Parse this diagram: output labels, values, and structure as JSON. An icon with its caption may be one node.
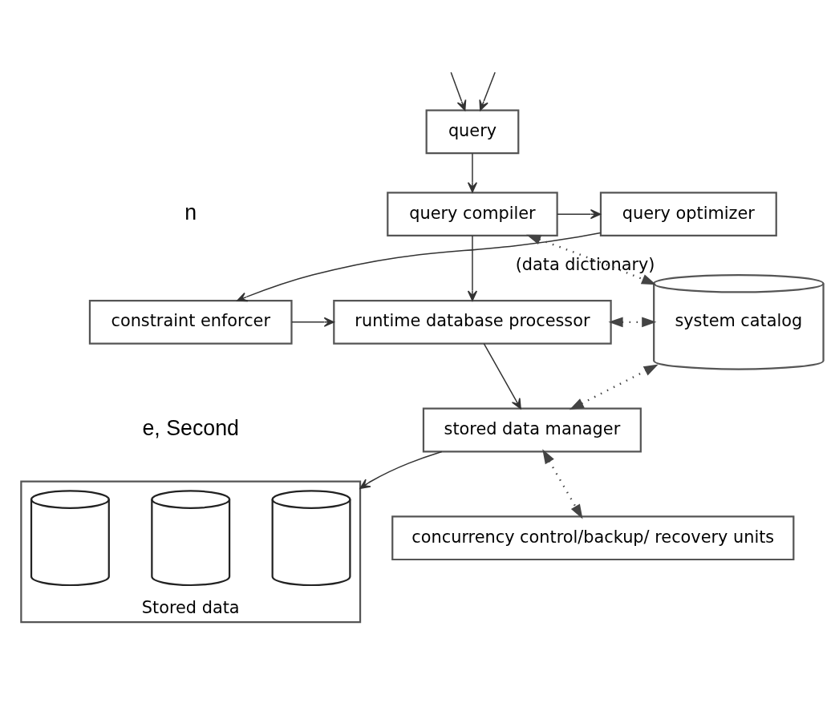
{
  "diagram": {
    "nodes": [
      {
        "text": [
          "query"
        ]
      },
      {
        "text": [
          "query optimizer"
        ]
      },
      {
        "text": [
          "query compiler"
        ]
      },
      {
        "text": [
          "constraint enforcer"
        ]
      },
      {
        "text": [
          "runtime database processor"
        ]
      },
      {
        "text": [
          "system catalog"
        ],
        "beside": [
          "(data dictionary)"
        ]
      },
      {
        "text": [
          "stored data manager"
        ]
      },
      {
        "text": [
          "concurrency control/backup/ recovery units"
        ]
      },
      {
        "text": [
          "Stored data"
        ]
      },
      {
        "text": [],
        "shape": "cylinder",
        "in": 8
      },
      {
        "text": [],
        "shape": "cylinder",
        "in": 8
      },
      {
        "text": [],
        "shape": "cylinder",
        "in": 8
      }
    ],
    "edges": [
      {
        "from": null,
        "to": 0,
        "arrow": "to"
      },
      {
        "from": null,
        "to": 0,
        "arrow": "to"
      },
      {
        "from": 0,
        "to": 2,
        "arrow": "to"
      },
      {
        "from": 2,
        "to": 1,
        "arrow": "to"
      },
      {
        "from": 1,
        "to": 3,
        "arrow": "to"
      },
      {
        "from": 3,
        "to": 4,
        "arrow": "to"
      },
      {
        "from": 2,
        "to": 4,
        "arrow": "to"
      },
      {
        "from": 4,
        "to": 6,
        "arrow": "to"
      },
      {
        "from": 6,
        "to": 8,
        "arrow": "to"
      },
      {
        "from": 2,
        "to": 5,
        "arrow": "both",
        "style": "dashed"
      },
      {
        "from": 4,
        "to": 5,
        "arrow": "both",
        "style": "dashed"
      },
      {
        "from": 6,
        "to": 5,
        "arrow": "both",
        "style": "dashed"
      },
      {
        "from": 6,
        "to": 7,
        "arrow": "both",
        "style": "dashed"
      }
    ],
    "labels": [
      "n",
      "e, Second"
    ]
  }
}
